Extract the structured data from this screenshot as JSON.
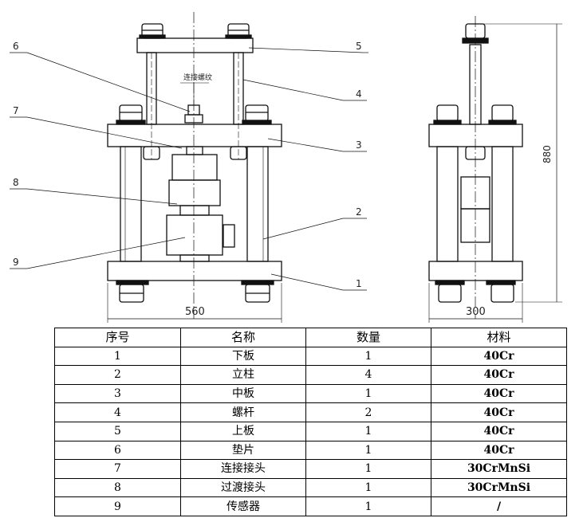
{
  "drawing": {
    "thread_label": "连接螺纹",
    "dim_width_front": "560",
    "dim_width_side": "300",
    "dim_height": "880",
    "callouts": [
      "6",
      "7",
      "8",
      "9",
      "5",
      "4",
      "3",
      "2",
      "1"
    ]
  },
  "bom": {
    "headers": [
      "序号",
      "名称",
      "数量",
      "材料"
    ],
    "rows": [
      [
        "1",
        "下板",
        "1",
        "40Cr"
      ],
      [
        "2",
        "立柱",
        "4",
        "40Cr"
      ],
      [
        "3",
        "中板",
        "1",
        "40Cr"
      ],
      [
        "4",
        "螺杆",
        "2",
        "40Cr"
      ],
      [
        "5",
        "上板",
        "1",
        "40Cr"
      ],
      [
        "6",
        "垫片",
        "1",
        "40Cr"
      ],
      [
        "7",
        "连接接头",
        "1",
        "30CrMnSi"
      ],
      [
        "8",
        "过渡接头",
        "1",
        "30CrMnSi"
      ],
      [
        "9",
        "传感器",
        "1",
        "/"
      ]
    ]
  }
}
